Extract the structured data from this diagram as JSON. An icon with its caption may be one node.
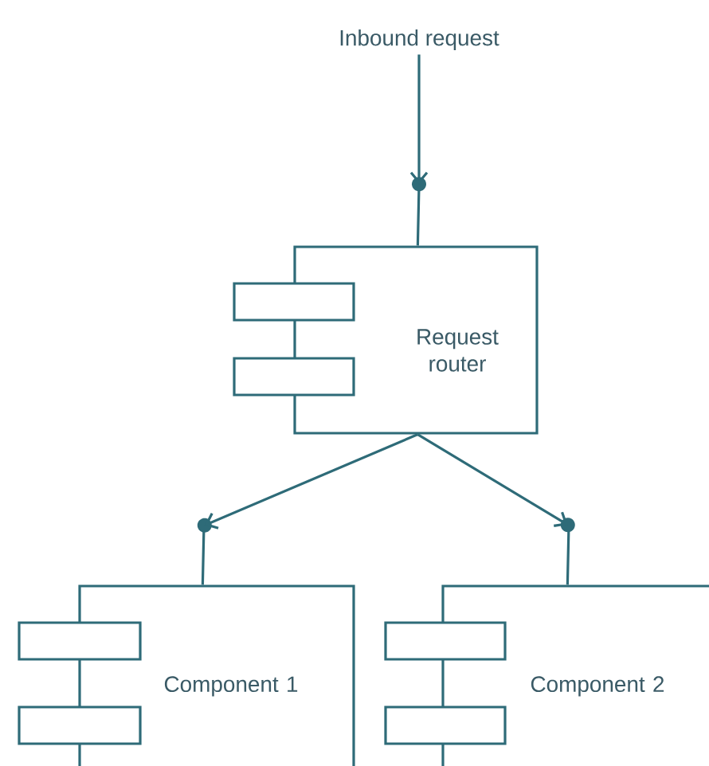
{
  "diagram": {
    "nodes": [
      {
        "text": [
          "Inbound request"
        ]
      },
      {
        "text": [
          "Request router"
        ]
      },
      {
        "text": [
          "Component 1"
        ]
      },
      {
        "text": [
          "Component 2"
        ]
      }
    ],
    "edges": [
      {
        "from": 0,
        "to": 1,
        "arrow": "to"
      },
      {
        "from": 1,
        "to": 2,
        "arrow": "to"
      },
      {
        "from": 1,
        "to": 3,
        "arrow": "to"
      }
    ]
  }
}
